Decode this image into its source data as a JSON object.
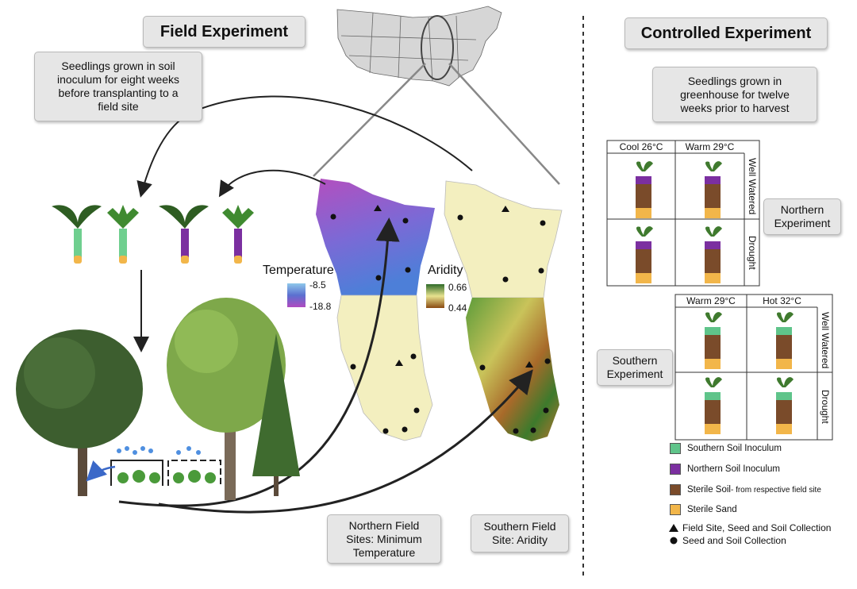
{
  "field_title": "Field Experiment",
  "controlled_title": "Controlled Experiment",
  "field_note": [
    "Seedlings grown in soil",
    "inoculum for eight weeks",
    "before transplanting to a",
    "field site"
  ],
  "greenhouse_note": [
    "Seedlings grown in",
    "greenhouse for twelve",
    "weeks prior to harvest"
  ],
  "temperature": {
    "label": "Temperature",
    "max": "-8.5",
    "min": "-18.8"
  },
  "aridity": {
    "label": "Aridity",
    "max": "0.66",
    "min": "0.44"
  },
  "northern_sites_note": [
    "Northern Field",
    "Sites: Minimum",
    "Temperature"
  ],
  "southern_site_note": [
    "Southern Field",
    "Site: Aridity"
  ],
  "northern_grid": {
    "cols": [
      "Cool 26°C",
      "Warm 29°C"
    ],
    "rows": [
      "Well Watered",
      "Drought"
    ],
    "label": [
      "Northern",
      "Experiment"
    ]
  },
  "southern_grid": {
    "cols": [
      "Warm 29°C",
      "Hot 32°C"
    ],
    "rows": [
      "Well Watered",
      "Drought"
    ],
    "label": [
      "Southern",
      "Experiment"
    ]
  },
  "legend": {
    "southern_soil": "Southern Soil Inoculum",
    "northern_soil": "Northern Soil Inoculum",
    "sterile_soil": "Sterile Soil",
    "sterile_soil_suffix": "- from respective field site",
    "sterile_sand": "Sterile Sand",
    "field_site": "Field Site, Seed and Soil Collection",
    "seed_soil": "Seed and Soil Collection"
  },
  "colors": {
    "southern": "#5fc48a",
    "northern": "#7b2fa0",
    "soil": "#7a4b2a",
    "sand": "#f2b64a",
    "box_bg": "#e6e6e6"
  }
}
